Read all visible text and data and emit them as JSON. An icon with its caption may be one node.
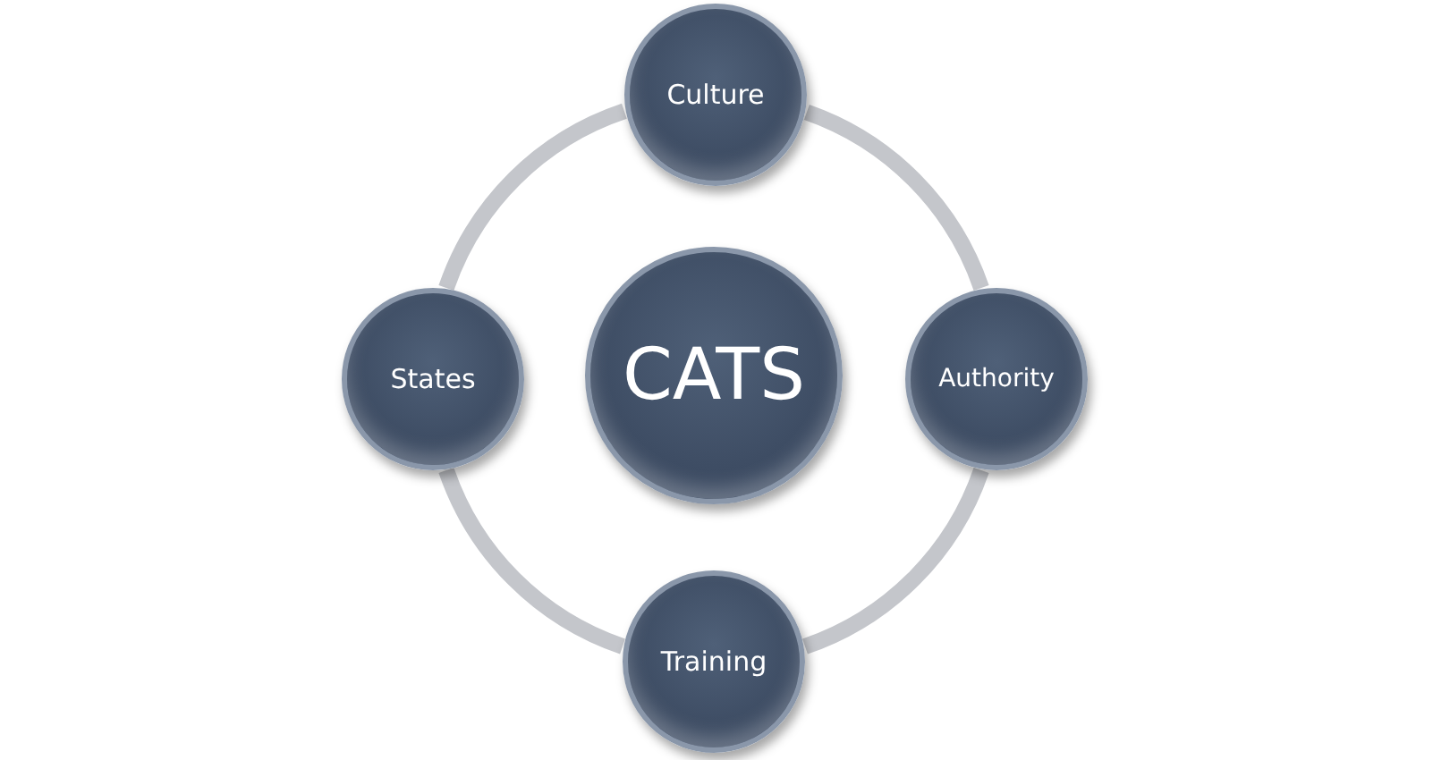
{
  "diagram": {
    "nodes": [
      {
        "text": [
          "Culture"
        ]
      },
      {
        "text": [
          "States"
        ]
      },
      {
        "text": [
          "CATS"
        ]
      },
      {
        "text": [
          "Authority"
        ]
      },
      {
        "text": [
          "Training"
        ]
      }
    ],
    "edges": [
      {
        "from": 0,
        "to": 3,
        "arrow": "none"
      },
      {
        "from": 3,
        "to": 4,
        "arrow": "none"
      },
      {
        "from": 4,
        "to": 1,
        "arrow": "none"
      },
      {
        "from": 1,
        "to": 0,
        "arrow": "none"
      }
    ]
  }
}
